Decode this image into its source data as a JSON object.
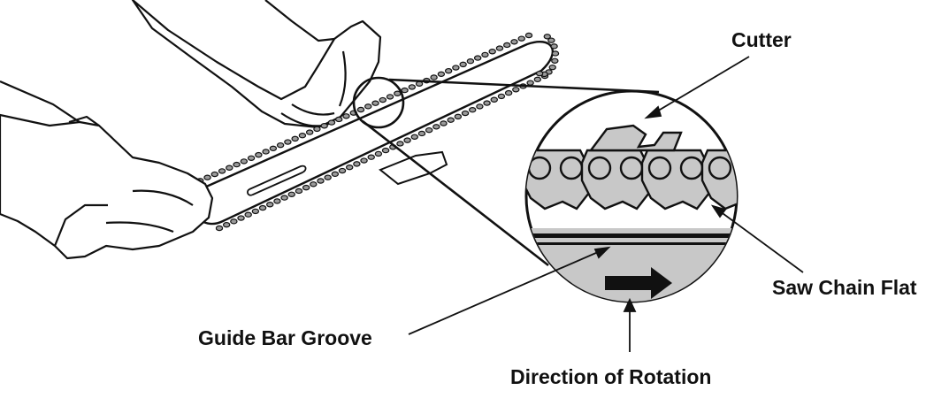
{
  "diagram": {
    "callouts": {
      "cutter": "Cutter",
      "saw_chain_flat": "Saw Chain Flat",
      "guide_bar_groove": "Guide Bar Groove",
      "direction_of_rotation": "Direction of Rotation"
    },
    "colors": {
      "line": "#111111",
      "glove": "#ffffff",
      "chain_link": "#9a9a9a",
      "inset_fill": "#c8c8c8",
      "guide_bar": "#ffffff"
    },
    "arrow_direction": "right"
  }
}
